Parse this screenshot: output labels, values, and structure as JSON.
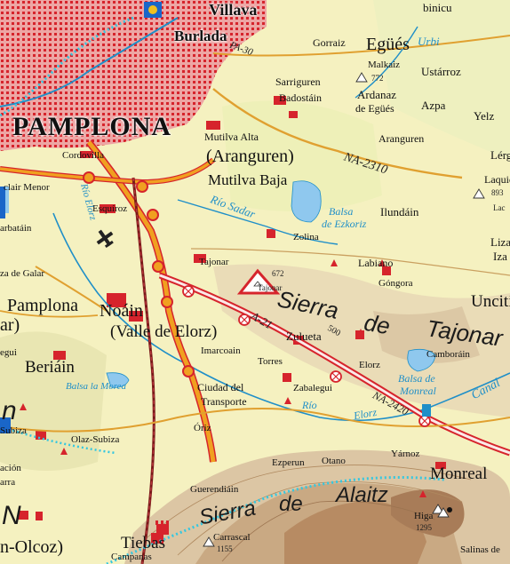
{
  "map": {
    "labels": {
      "villava": "Villava",
      "burlada": "Burlada",
      "pa30": "PA-30",
      "sorauren_top": "binicu",
      "gorraiz": "Gorraiz",
      "egues": "Egüés",
      "urbi": "Urbi",
      "malkaiz": "Malkaiz",
      "malkaiz_elev": "772",
      "ustarroz": "Ustárroz",
      "sarriguren": "Sarriguren",
      "badostain": "Badostáin",
      "ardanaz": "Ardanaz",
      "de_egues": "de Egüés",
      "azpa": "Azpa",
      "yelz": "Yelz",
      "pamplona": "PAMPLONA",
      "mutilva_alta": "Mutilva Alta",
      "aranguren_town": "Aranguren",
      "aranguren_mun": "(Aranguren)",
      "lerga": "Lérg",
      "laquidain": "Laquida",
      "laquidain_elev": "893",
      "na2310": "NA-2310",
      "cordovilla": "Cordovilla",
      "mutilva_baja": "Mutilva Baja",
      "clair_menor": "clair Menor",
      "esquiroz": "Esquíroz",
      "ilundain": "Ilundáin",
      "lac": "Lac",
      "arbatain": "arbatáin",
      "rio_sadar": "Río Sadar",
      "balsa_ezkoriz1": "Balsa",
      "balsa_ezkoriz2": "de Ezkoriz",
      "zolina": "Zolina",
      "liza": "Liza",
      "iza": "Iza",
      "rio_elorz": "Río Elorz",
      "tajonar_town": "Tajonar",
      "labiano": "Labiano",
      "tajonar_peak_elev": "672",
      "tajonar_peak": "Tajonar",
      "gongora": "Góngora",
      "zizur_galar": "za de Galar",
      "unciti": "Unciti",
      "pamplona_mun": "Pamplona",
      "ar": "ar)",
      "noain": "Noáin",
      "valle_elorz": "(Valle de Elorz)",
      "sierra1": "Sierra",
      "de1": "de",
      "tajonar_sierra": "Tajonar",
      "a21": "A-21",
      "zulueta": "Zulueta",
      "km500": "500",
      "egui": "egui",
      "beriain": "Beriáin",
      "imarcoain": "Imarcoain",
      "torres": "Torres",
      "elorz": "Elorz",
      "camborain": "Camboráin",
      "balsa_morea": "Balsa la Morea",
      "ciudad_transporte1": "Ciudad del",
      "ciudad_transporte2": "Transporte",
      "zabalegui": "Zabalegui",
      "balsa_monreal1": "Balsa de",
      "balsa_monreal2": "Monreal",
      "canal": "Canal",
      "rio_small": "Río",
      "elorz_river": "Elorz",
      "na2420": "NA-2420",
      "n_big": "n",
      "subiza": "Subiza",
      "olaz_subiza": "Olaz-Subiza",
      "oriz": "Óriz",
      "yarnoz": "Yárnoz",
      "ezperun": "Ezperun",
      "otano": "Otano",
      "monreal": "Monreal",
      "acion": "ación",
      "arra": "arra",
      "guerendiain": "Guerendiáin",
      "sierra2": "Sierra",
      "de2": "de",
      "alaitz": "Alaitz",
      "higa": "Higa",
      "higa_elev": "1295",
      "n_cap": "N",
      "olcoz": "n-Olcoz)",
      "tiebas": "Tiebas",
      "carrascal": "Carrascal",
      "carrascal_elev": "1155",
      "campanas": "Campanas",
      "salinas": "Salinas de"
    }
  }
}
